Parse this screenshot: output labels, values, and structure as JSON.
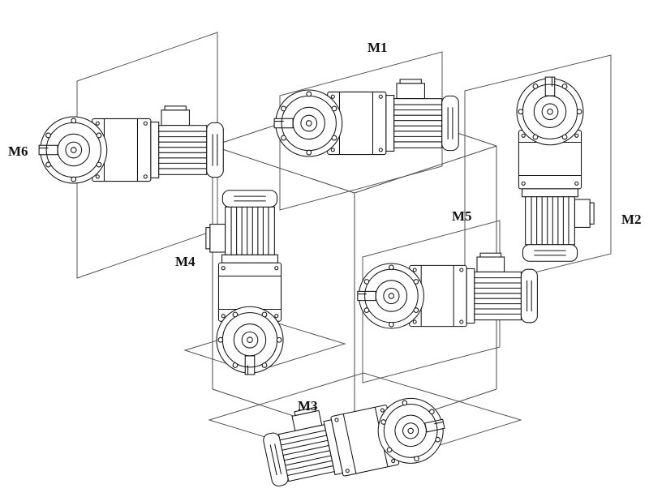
{
  "diagram": {
    "background": "#ffffff",
    "line_color": "#1a1a1a",
    "description": "gearmotor-mounting-positions-cube",
    "labels": [
      {
        "id": "M1",
        "text": "M1"
      },
      {
        "id": "M2",
        "text": "M2"
      },
      {
        "id": "M3",
        "text": "M3"
      },
      {
        "id": "M4",
        "text": "M4"
      },
      {
        "id": "M5",
        "text": "M5"
      },
      {
        "id": "M6",
        "text": "M6"
      }
    ]
  }
}
